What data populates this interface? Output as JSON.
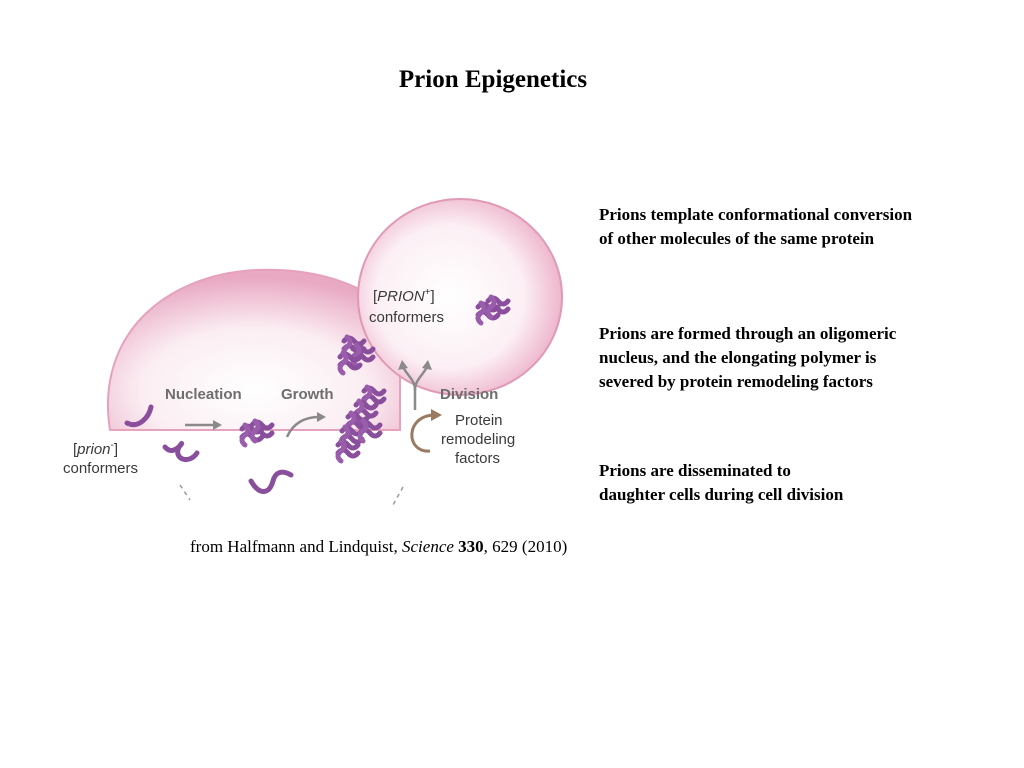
{
  "slide": {
    "title": "Prion Epigenetics"
  },
  "figure": {
    "prion_plus_open": "[",
    "prion_plus_word": "PRION",
    "prion_plus_sup": "+",
    "prion_plus_close": "]",
    "prion_plus_conformers": "conformers",
    "prion_minus_open": "[",
    "prion_minus_word": "prion",
    "prion_minus_sup": "-",
    "prion_minus_close": "]",
    "prion_minus_conformers": "conformers",
    "stage_nucleation": "Nucleation",
    "stage_growth": "Growth",
    "stage_division": "Division",
    "remodeling_line1": "Protein",
    "remodeling_line2": "remodeling",
    "remodeling_line3": "factors",
    "colors": {
      "cell_fill": "#f7dbe6",
      "cell_edge": "#dd8aaa",
      "protein": "#8a4f9c",
      "arrow_grey": "#8a8a8a",
      "arrow_brown": "#9b7a62",
      "label_grey": "#6e6e6e"
    }
  },
  "citation": {
    "prefix": "from Halfmann and Lindquist, ",
    "journal": "Science",
    "volume": "330",
    "suffix": ", 629 (2010)"
  },
  "notes": [
    [
      "Prions template conformational conversion",
      "of other molecules of the same protein"
    ],
    [
      "Prions are formed through an oligomeric",
      "nucleus, and the elongating polymer is",
      "severed by protein remodeling factors"
    ],
    [
      "Prions are disseminated to",
      "daughter cells during cell division"
    ]
  ]
}
